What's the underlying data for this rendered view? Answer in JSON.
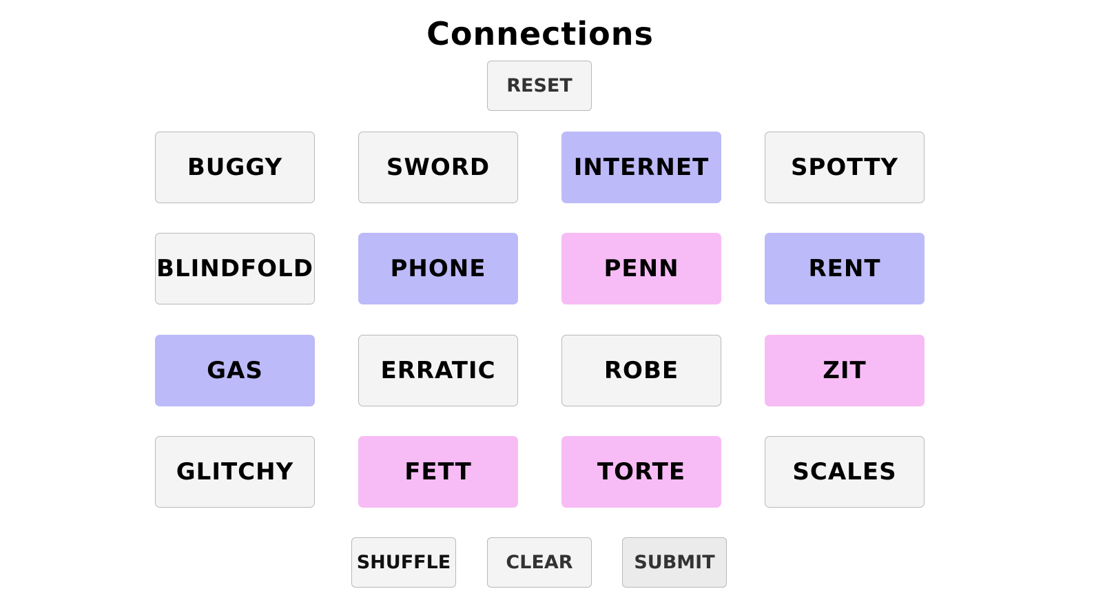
{
  "title": "Connections",
  "controls": {
    "reset": "RESET",
    "shuffle": "SHUFFLE",
    "clear": "CLEAR",
    "submit": "SUBMIT"
  },
  "colors": {
    "neutral": "#f4f4f4",
    "purple": "#bcbaf8",
    "pink": "#f7bcf5",
    "border": "#b8b8b8"
  },
  "grid": [
    [
      {
        "word": "BUGGY",
        "state": "neutral"
      },
      {
        "word": "SWORD",
        "state": "neutral"
      },
      {
        "word": "INTERNET",
        "state": "purple"
      },
      {
        "word": "SPOTTY",
        "state": "neutral"
      }
    ],
    [
      {
        "word": "BLINDFOLD",
        "state": "neutral"
      },
      {
        "word": "PHONE",
        "state": "purple"
      },
      {
        "word": "PENN",
        "state": "pink"
      },
      {
        "word": "RENT",
        "state": "purple"
      }
    ],
    [
      {
        "word": "GAS",
        "state": "purple"
      },
      {
        "word": "ERRATIC",
        "state": "neutral"
      },
      {
        "word": "ROBE",
        "state": "neutral"
      },
      {
        "word": "ZIT",
        "state": "pink"
      }
    ],
    [
      {
        "word": "GLITCHY",
        "state": "neutral"
      },
      {
        "word": "FETT",
        "state": "pink"
      },
      {
        "word": "TORTE",
        "state": "pink"
      },
      {
        "word": "SCALES",
        "state": "neutral"
      }
    ]
  ]
}
